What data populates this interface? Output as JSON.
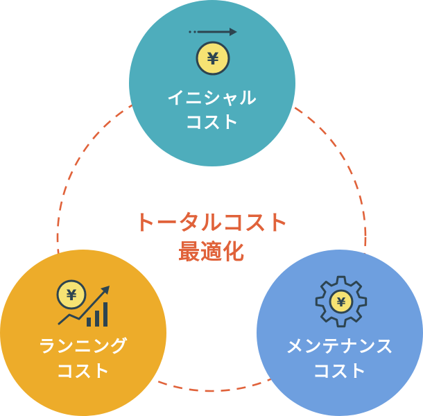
{
  "center": {
    "line1": "トータルコスト",
    "line2": "最適化",
    "color": "#E0623A"
  },
  "nodes": {
    "initial": {
      "line1": "イニシャル",
      "line2": "コスト",
      "color": "#4EADBC",
      "icon": "yen-coin-arrow-icon"
    },
    "running": {
      "line1": "ランニング",
      "line2": "コスト",
      "color": "#EDAC2A",
      "icon": "yen-coin-rising-chart-icon"
    },
    "maintenance": {
      "line1": "メンテナンス",
      "line2": "コスト",
      "color": "#6E9FDF",
      "icon": "yen-gear-icon"
    }
  },
  "icon_colors": {
    "ink": "#2D4450",
    "coin": "#F6E373"
  },
  "symbols": {
    "yen": "¥"
  },
  "connector_color": "#E0623A"
}
